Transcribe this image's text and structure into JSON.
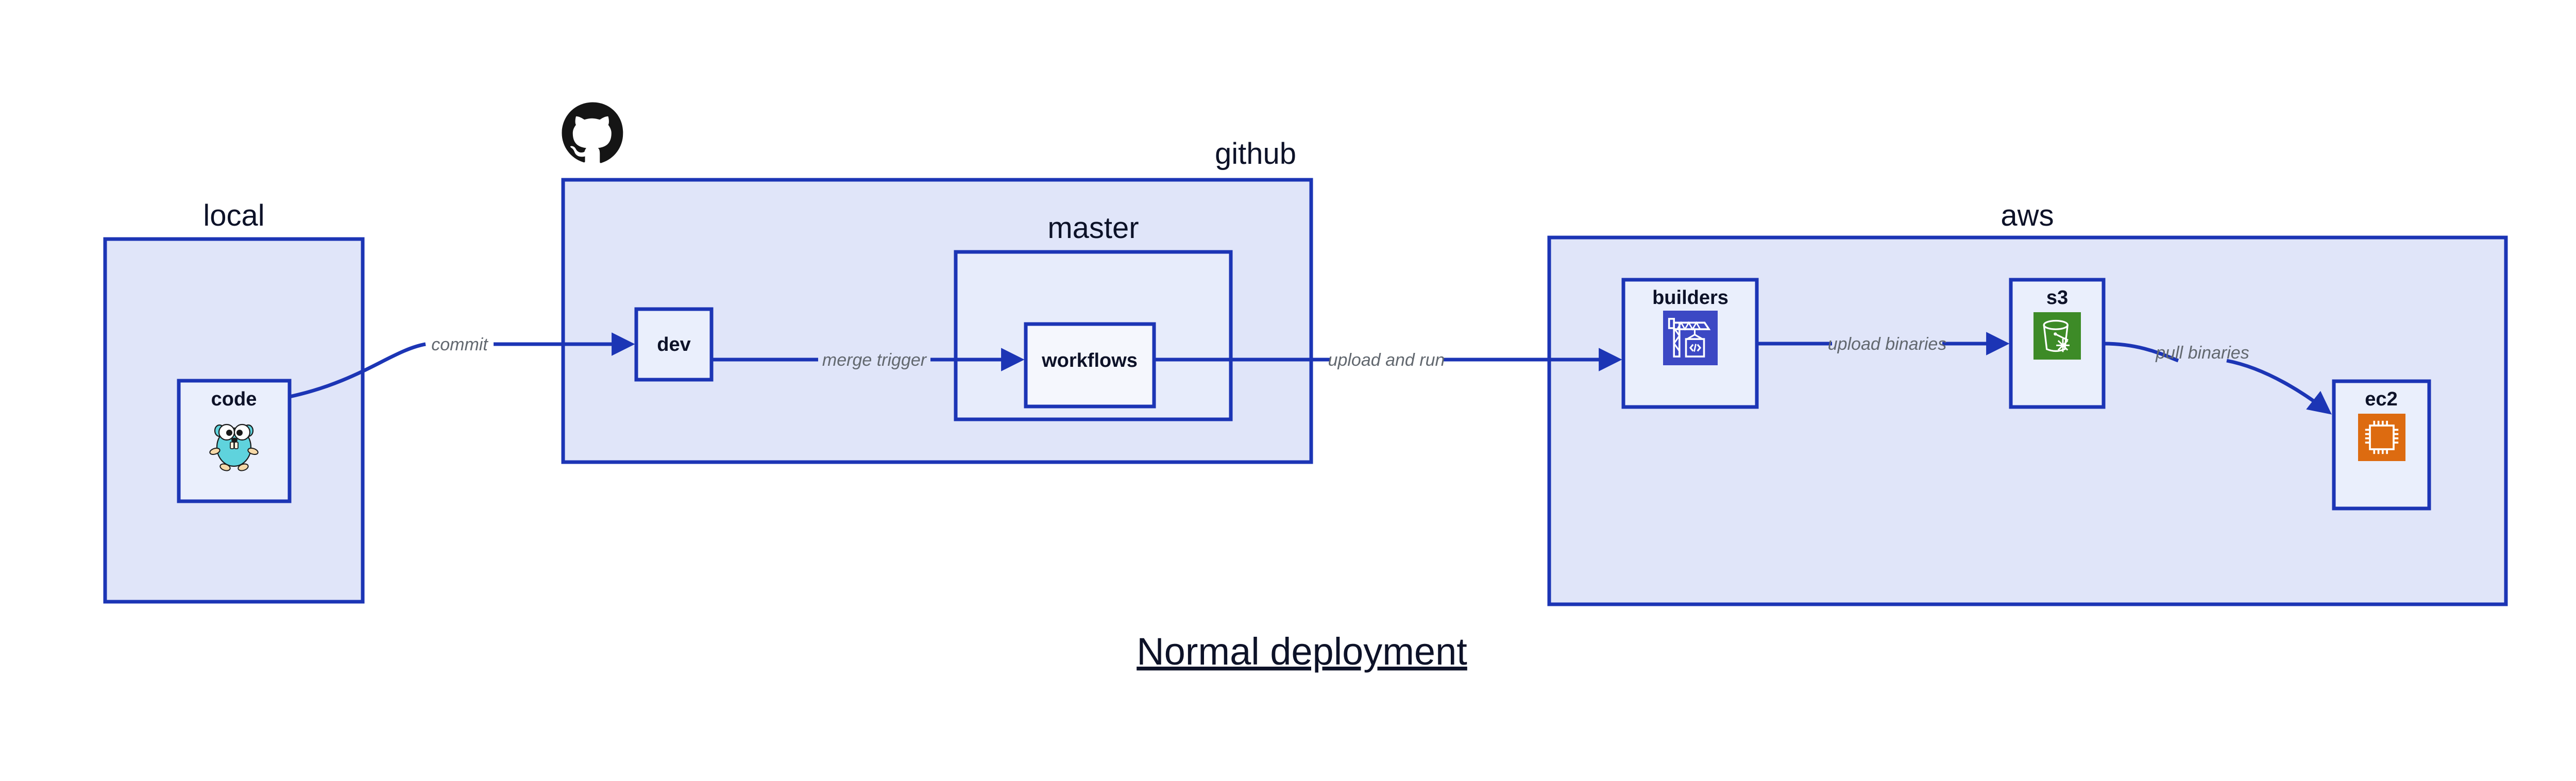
{
  "diagram": {
    "title": "Normal deployment",
    "colors": {
      "group_fill": "#e0e5f9",
      "group_stroke": "#1c35b5",
      "node_fill": "#eaeffc",
      "edge_stroke": "#1c35b5",
      "edge_label_color": "#62686f",
      "text_color": "#0d1228",
      "codebuild_orange": "#3c48c4",
      "s3_green": "#3d8b27",
      "ec2_orange": "#dd6b10",
      "gopher_teal": "#5fd3dd",
      "github_black": "#151515"
    },
    "groups": [
      {
        "id": "local",
        "label": "local",
        "label_align": "center"
      },
      {
        "id": "github",
        "label": "github",
        "label_align": "right"
      },
      {
        "id": "aws",
        "label": "aws",
        "label_align": "center"
      }
    ],
    "subgroups": [
      {
        "id": "master",
        "label": "master",
        "parent": "github"
      }
    ],
    "nodes": [
      {
        "id": "code",
        "label": "code",
        "icon": "go-gopher-icon",
        "parent": "local"
      },
      {
        "id": "dev",
        "label": "dev",
        "icon": null,
        "parent": "github"
      },
      {
        "id": "workflows",
        "label": "workflows",
        "icon": null,
        "parent": "master"
      },
      {
        "id": "builders",
        "label": "builders",
        "icon": "aws-codebuild-icon",
        "parent": "aws"
      },
      {
        "id": "s3",
        "label": "s3",
        "icon": "aws-s3-glacier-icon",
        "parent": "aws"
      },
      {
        "id": "ec2",
        "label": "ec2",
        "icon": "aws-ec2-icon",
        "parent": "aws"
      }
    ],
    "edges": [
      {
        "id": "e1",
        "from": "code",
        "to": "dev",
        "label": "commit"
      },
      {
        "id": "e2",
        "from": "dev",
        "to": "workflows",
        "label": "merge trigger"
      },
      {
        "id": "e3",
        "from": "workflows",
        "to": "builders",
        "label": "upload and run"
      },
      {
        "id": "e4",
        "from": "builders",
        "to": "s3",
        "label": "upload binaries"
      },
      {
        "id": "e5",
        "from": "s3",
        "to": "ec2",
        "label": "pull binaries"
      }
    ],
    "logos": [
      {
        "id": "github-logo",
        "icon": "github-octocat-icon",
        "near": "github"
      }
    ]
  }
}
